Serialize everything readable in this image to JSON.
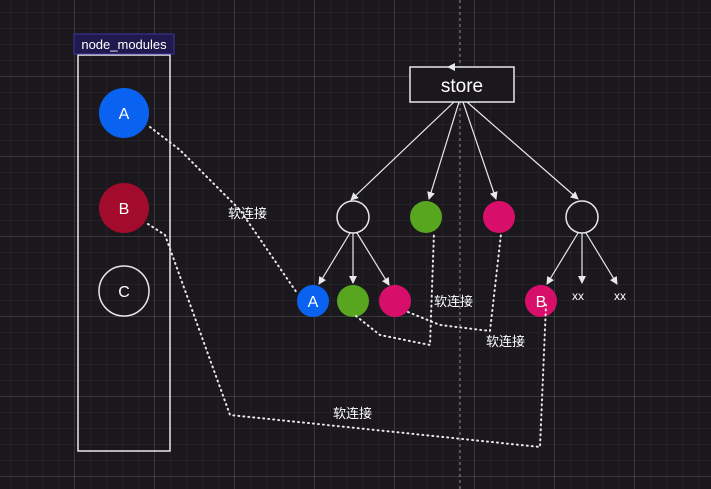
{
  "node_modules": {
    "title": "node_modules",
    "packages": [
      {
        "label": "A",
        "color": "#0a63f0"
      },
      {
        "label": "B",
        "color": "#a30b2d"
      },
      {
        "label": "C",
        "color": "none"
      }
    ]
  },
  "store": {
    "label": "store",
    "children": [
      {
        "kind": "dir",
        "color": "none"
      },
      {
        "kind": "pkg",
        "color": "#58a61f"
      },
      {
        "kind": "pkg",
        "color": "#d80f6a"
      },
      {
        "kind": "dir",
        "color": "none"
      }
    ],
    "leaves_left": [
      {
        "label": "A",
        "color": "#0a63f0"
      },
      {
        "label": "",
        "color": "#58a61f"
      },
      {
        "label": "",
        "color": "#d80f6a"
      }
    ],
    "leaves_right": [
      {
        "label": "B",
        "color": "#d80f6a"
      },
      {
        "label": "xx"
      },
      {
        "label": "xx"
      }
    ]
  },
  "links": {
    "symlink_label_1": "软连接",
    "symlink_label_2": "软连接",
    "symlink_label_3": "软连接",
    "symlink_label_4": "软连接"
  },
  "colors": {
    "background": "#1b181d",
    "stroke": "#e8e8e8",
    "title_badge_bg": "#1f1a4d"
  }
}
